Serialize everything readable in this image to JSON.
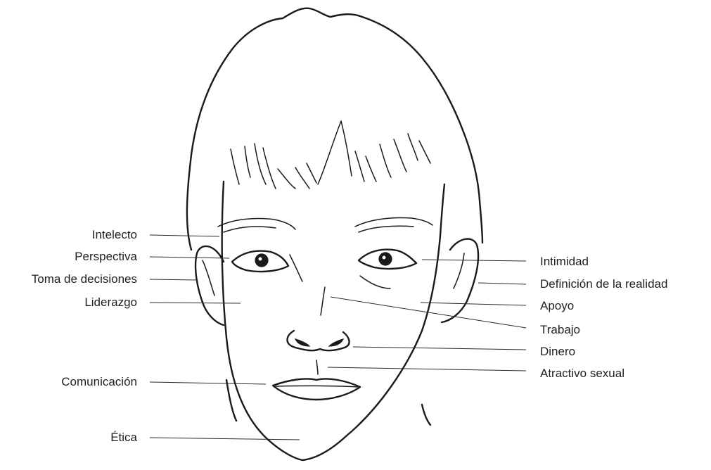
{
  "labels": {
    "left": [
      "Intelecto",
      "Perspectiva",
      "Toma de decisiones",
      "Liderazgo",
      "Comunicación",
      "Ética"
    ],
    "right": [
      "Intimidad",
      "Definición de la realidad",
      "Apoyo",
      "Trabajo",
      "Dinero",
      "Atractivo sexual"
    ]
  },
  "colors": {
    "ink": "#1a1a1a",
    "text": "#1f1f1f",
    "background": "#ffffff"
  }
}
